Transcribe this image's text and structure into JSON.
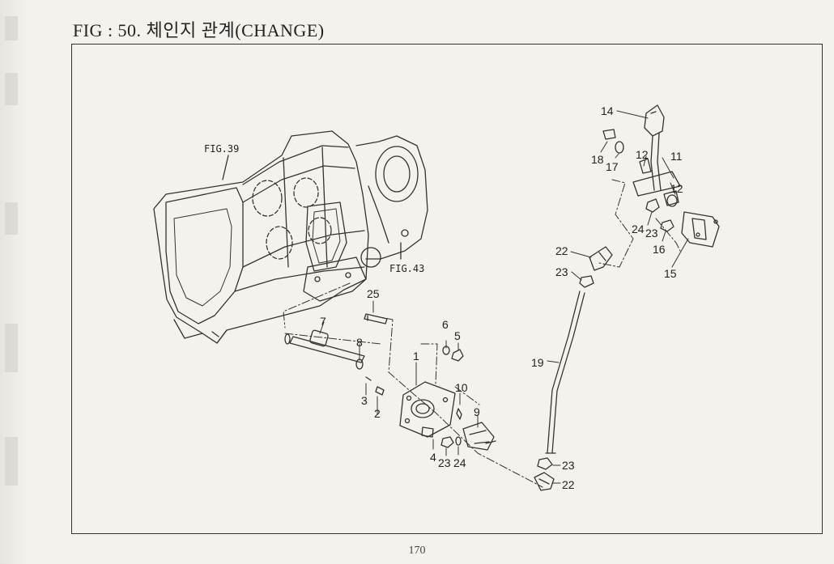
{
  "title": "FIG : 50. 체인지 관계(CHANGE)",
  "page_number": "170",
  "references": {
    "fig39": "FIG.39",
    "fig43": "FIG.43"
  },
  "parts": {
    "p1": "1",
    "p2": "2",
    "p3": "3",
    "p4": "4",
    "p5": "5",
    "p6": "6",
    "p7": "7",
    "p8": "8",
    "p9": "9",
    "p10": "10",
    "p11": "11",
    "p12": "12",
    "p14": "14",
    "p15": "15",
    "p16": "16",
    "p17": "17",
    "p18": "18",
    "p19": "19",
    "p22": "22",
    "p23": "23",
    "p24": "24",
    "p25": "25"
  }
}
